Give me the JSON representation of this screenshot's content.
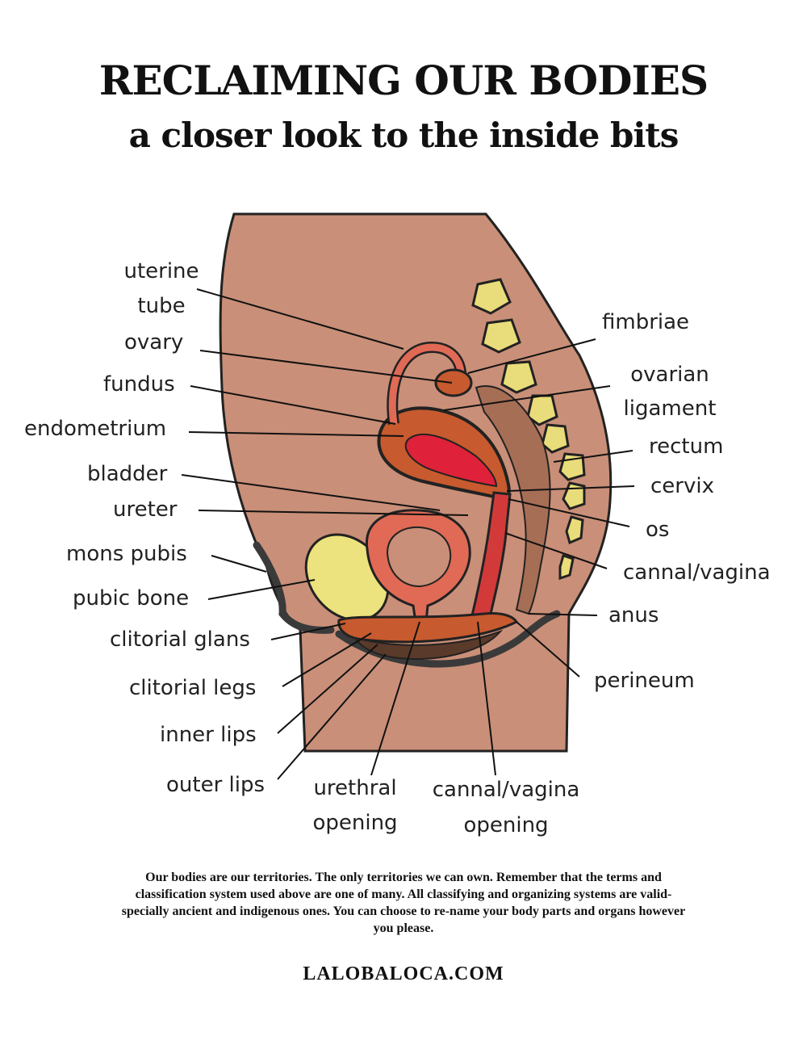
{
  "title": {
    "line1": "RECLAIMING OUR BODIES",
    "line2": "a closer look to the inside bits"
  },
  "labels": {
    "uterine_tube": "uterine\ntube",
    "ovary": "ovary",
    "fundus": "fundus",
    "endometrium": "endometrium",
    "bladder": "bladder",
    "ureter": "ureter",
    "mons_pubis": "mons pubis",
    "pubic_bone": "pubic bone",
    "clitorial_glans": "clitorial glans",
    "clitorial_legs": "clitorial legs",
    "inner_lips": "inner lips",
    "outer_lips": "outer lips",
    "urethral_opening": "urethral\nopening",
    "cannal_vagina_opening": "cannal/vagina\nopening",
    "fimbriae": "fimbriae",
    "ovarian_ligament": "ovarian\nligament",
    "rectum": "rectum",
    "cervix": "cervix",
    "os": "os",
    "cannal_vagina": "cannal/vagina",
    "anus": "anus",
    "perineum": "perineum"
  },
  "footer": {
    "text": "Our bodies are our territories. The only territories we can own. Remember that the terms and classification system used above are one of many. All classifying and organizing systems are valid- specially ancient and indigenous ones. You can choose to re-name your body parts and organs however you please.",
    "website": "LALOBALOCA.COM"
  },
  "colors": {
    "skin": "#c98f78",
    "uterus": "#c75a2e",
    "endometrium": "#e0213a",
    "vertebra": "#e9dc7a",
    "pubic_bone": "#ece27e",
    "hair": "#3a3a3a"
  }
}
